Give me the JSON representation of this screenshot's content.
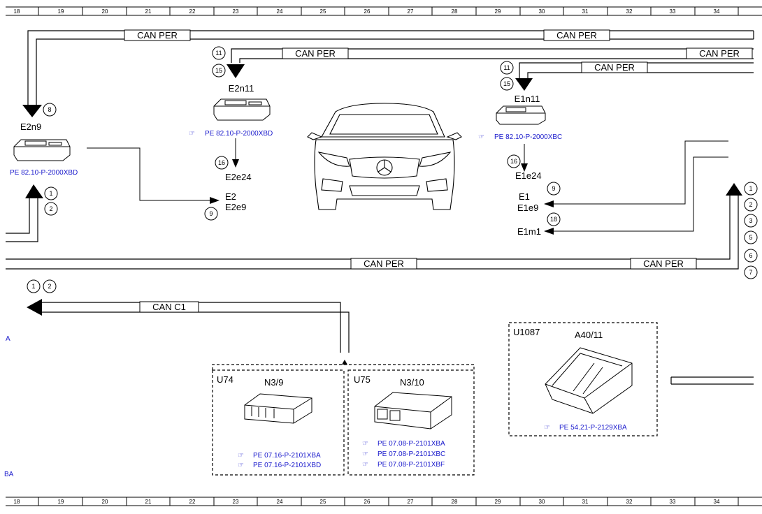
{
  "ruler": {
    "columns": [
      "18",
      "19",
      "20",
      "21",
      "22",
      "23",
      "24",
      "25",
      "26",
      "27",
      "28",
      "29",
      "30",
      "31",
      "32",
      "33",
      "34"
    ]
  },
  "buses": {
    "can_per": "CAN PER",
    "can_c1": "CAN C1"
  },
  "components": {
    "e2n9": {
      "label": "E2n9",
      "ref": "PE 82.10-P-2000XBD"
    },
    "e2n11": {
      "label": "E2n11",
      "ref": "PE 82.10-P-2000XBD"
    },
    "e1n11": {
      "label": "E1n11",
      "ref": "PE 82.10-P-2000XBC"
    },
    "e2e24": "E2e24",
    "e2": "E2",
    "e2e9": "E2e9",
    "e1e24": "E1e24",
    "e1": "E1",
    "e1e9": "E1e9",
    "e1m1": "E1m1",
    "u74": {
      "box": "U74",
      "label": "N3/9",
      "refs": [
        "PE 07.16-P-2101XBA",
        "PE 07.16-P-2101XBD"
      ]
    },
    "u75": {
      "box": "U75",
      "label": "N3/10",
      "refs": [
        "PE 07.08-P-2101XBA",
        "PE 07.08-P-2101XBC",
        "PE 07.08-P-2101XBF"
      ]
    },
    "u1087": {
      "box": "U1087",
      "label": "A40/11",
      "ref": "PE 54.21-P-2129XBA"
    }
  },
  "pins": {
    "e2n9_in": "8",
    "e2n9_out_a": "1",
    "e2n9_out_b": "2",
    "e2n11_a": "11",
    "e2n11_b": "15",
    "e2n11_out": "16",
    "e2_in": "9",
    "e1n11_a": "11",
    "e1n11_b": "15",
    "e1n11_out": "16",
    "e1_in": "9",
    "e1m1_in": "18",
    "right_1": "1",
    "right_2": "2",
    "right_3": "3",
    "right_5": "5",
    "right_6": "6",
    "right_7": "7",
    "canc1_a": "1",
    "canc1_b": "2"
  },
  "edge_fragments": {
    "left_a": "A",
    "left_ba": "BA"
  }
}
